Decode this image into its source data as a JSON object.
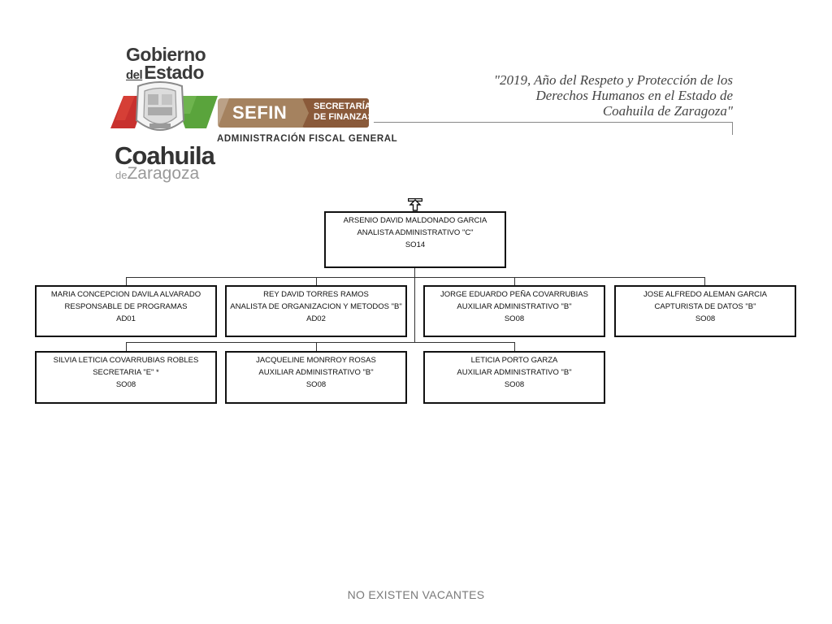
{
  "header": {
    "gobierno": "Gobierno",
    "del": "del",
    "estado": "Estado",
    "coahuila": "Coahuila",
    "de": "de",
    "zaragoza": "Zaragoza",
    "sefin": "SEFIN",
    "secretaria_line1": "SECRETARÍA",
    "secretaria_line2": "DE FINANZAS",
    "administracion": "ADMINISTRACIÓN FISCAL GENERAL"
  },
  "slogan": {
    "line1": "\"2019, Año del Respeto y Protección de los",
    "line2": "Derechos Humanos en el Estado de",
    "line3": "Coahuila de Zaragoza\""
  },
  "colors": {
    "red": "#c8312e",
    "green": "#5aa43c",
    "sefin": "#a5825f",
    "sefin_dark": "#8a5a3a"
  },
  "orgchart": {
    "root": {
      "name": "ARSENIO DAVID MALDONADO GARCIA",
      "position": "ANALISTA ADMINISTRATIVO \"C\"",
      "code": "SO14"
    },
    "row1": [
      {
        "name": "MARIA CONCEPCION DAVILA ALVARADO",
        "position": "RESPONSABLE DE PROGRAMAS",
        "code": "AD01"
      },
      {
        "name": "REY DAVID TORRES RAMOS",
        "position": "ANALISTA DE ORGANIZACION Y METODOS \"B\"",
        "code": "AD02"
      },
      {
        "name": "JORGE EDUARDO PEÑA COVARRUBIAS",
        "position": "AUXILIAR ADMINISTRATIVO \"B\"",
        "code": "SO08"
      },
      {
        "name": "JOSE ALFREDO ALEMAN GARCIA",
        "position": "CAPTURISTA DE DATOS  \"B\"",
        "code": "SO08"
      }
    ],
    "row2": [
      {
        "name": "SILVIA LETICIA COVARRUBIAS ROBLES",
        "position": "SECRETARIA \"E\" *",
        "code": "SO08"
      },
      {
        "name": "JACQUELINE MONRROY ROSAS",
        "position": "AUXILIAR ADMINISTRATIVO \"B\"",
        "code": "SO08"
      },
      {
        "name": "LETICIA PORTO GARZA",
        "position": "AUXILIAR ADMINISTRATIVO \"B\"",
        "code": "SO08"
      }
    ]
  },
  "footer": "NO EXISTEN VACANTES"
}
